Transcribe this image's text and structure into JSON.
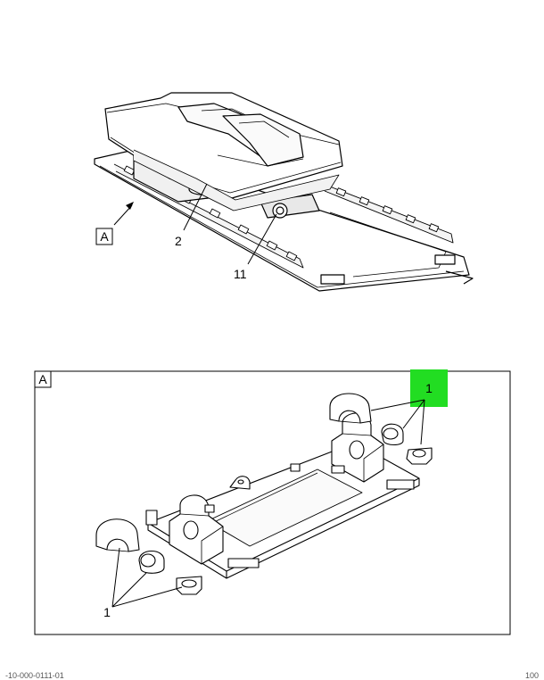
{
  "top_view": {
    "view_ref": "A",
    "callouts": [
      {
        "id": "c2",
        "label": "2"
      },
      {
        "id": "c11",
        "label": "11"
      }
    ]
  },
  "detail_view": {
    "frame_label": "A",
    "callouts": [
      {
        "id": "top",
        "label": "1",
        "highlight": "#22dd22"
      },
      {
        "id": "bottom",
        "label": "1"
      }
    ]
  },
  "footer": {
    "left": "-10-000-0111-01",
    "right": "100"
  }
}
